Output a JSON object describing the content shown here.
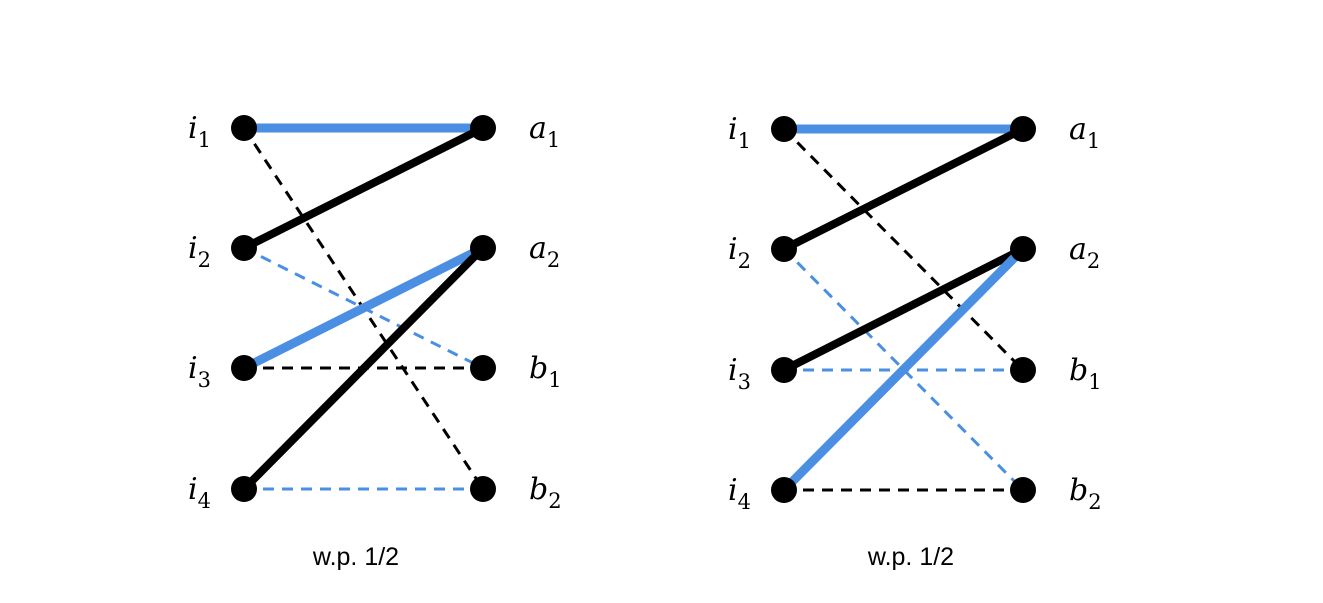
{
  "colors": {
    "blue": "#4a8fe2",
    "black": "#000000"
  },
  "panels": [
    {
      "caption": "w.p. 1/2",
      "left_nodes": [
        {
          "id": "i1",
          "base": "i",
          "sub": "1"
        },
        {
          "id": "i2",
          "base": "i",
          "sub": "2"
        },
        {
          "id": "i3",
          "base": "i",
          "sub": "3"
        },
        {
          "id": "i4",
          "base": "i",
          "sub": "4"
        }
      ],
      "right_nodes": [
        {
          "id": "a1",
          "base": "a",
          "sub": "1"
        },
        {
          "id": "a2",
          "base": "a",
          "sub": "2"
        },
        {
          "id": "b1",
          "base": "b",
          "sub": "1"
        },
        {
          "id": "b2",
          "base": "b",
          "sub": "2"
        }
      ],
      "edges": [
        {
          "from": "i1",
          "to": "a1",
          "color": "blue",
          "style": "solid"
        },
        {
          "from": "i1",
          "to": "b2",
          "color": "black",
          "style": "dashed"
        },
        {
          "from": "i2",
          "to": "a1",
          "color": "black",
          "style": "solid"
        },
        {
          "from": "i2",
          "to": "b1",
          "color": "blue",
          "style": "dashed"
        },
        {
          "from": "i3",
          "to": "a2",
          "color": "blue",
          "style": "solid"
        },
        {
          "from": "i3",
          "to": "b1",
          "color": "black",
          "style": "dashed"
        },
        {
          "from": "i4",
          "to": "a2",
          "color": "black",
          "style": "solid"
        },
        {
          "from": "i4",
          "to": "b2",
          "color": "blue",
          "style": "dashed"
        }
      ]
    },
    {
      "caption": "w.p. 1/2",
      "left_nodes": [
        {
          "id": "i1",
          "base": "i",
          "sub": "1"
        },
        {
          "id": "i2",
          "base": "i",
          "sub": "2"
        },
        {
          "id": "i3",
          "base": "i",
          "sub": "3"
        },
        {
          "id": "i4",
          "base": "i",
          "sub": "4"
        }
      ],
      "right_nodes": [
        {
          "id": "a1",
          "base": "a",
          "sub": "1"
        },
        {
          "id": "a2",
          "base": "a",
          "sub": "2"
        },
        {
          "id": "b1",
          "base": "b",
          "sub": "1"
        },
        {
          "id": "b2",
          "base": "b",
          "sub": "2"
        }
      ],
      "edges": [
        {
          "from": "i1",
          "to": "a1",
          "color": "blue",
          "style": "solid"
        },
        {
          "from": "i1",
          "to": "b1",
          "color": "black",
          "style": "dashed"
        },
        {
          "from": "i2",
          "to": "a1",
          "color": "black",
          "style": "solid"
        },
        {
          "from": "i2",
          "to": "b2",
          "color": "blue",
          "style": "dashed"
        },
        {
          "from": "i3",
          "to": "a2",
          "color": "black",
          "style": "solid"
        },
        {
          "from": "i3",
          "to": "b1",
          "color": "blue",
          "style": "dashed"
        },
        {
          "from": "i4",
          "to": "a2",
          "color": "blue",
          "style": "solid"
        },
        {
          "from": "i4",
          "to": "b2",
          "color": "black",
          "style": "dashed"
        }
      ]
    }
  ]
}
